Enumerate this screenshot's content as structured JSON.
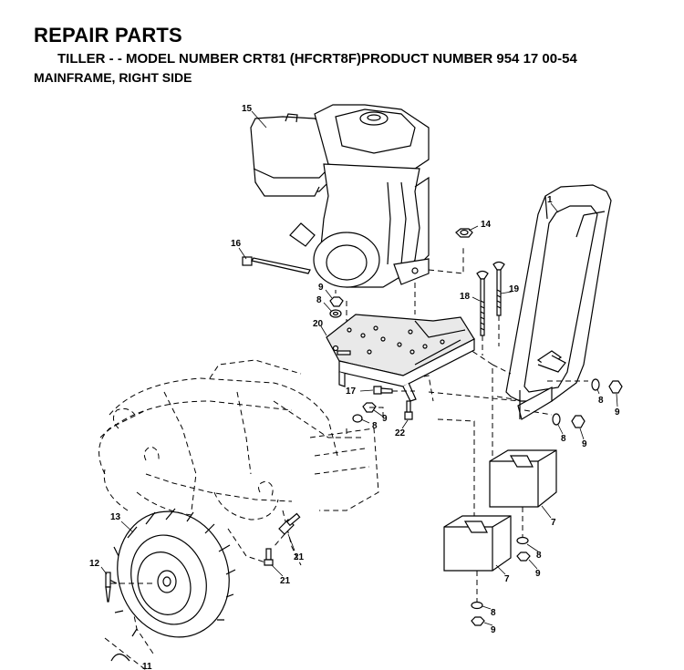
{
  "header": {
    "title": "REPAIR PARTS",
    "subtitle": "TILLER - - MODEL NUMBER CRT81 (HFCRT8F)PRODUCT NUMBER 954 17 00-54",
    "section": "MAINFRAME, RIGHT SIDE"
  },
  "callouts": [
    {
      "id": "c1",
      "num": "1"
    },
    {
      "id": "c14",
      "num": "14"
    },
    {
      "id": "c15",
      "num": "15"
    },
    {
      "id": "c16",
      "num": "16"
    },
    {
      "id": "c9a",
      "num": "9"
    },
    {
      "id": "c8a",
      "num": "8"
    },
    {
      "id": "c20",
      "num": "20"
    },
    {
      "id": "c18",
      "num": "18"
    },
    {
      "id": "c19",
      "num": "19"
    },
    {
      "id": "c8b",
      "num": "8"
    },
    {
      "id": "c9b",
      "num": "9"
    },
    {
      "id": "c17",
      "num": "17"
    },
    {
      "id": "c9c",
      "num": "9"
    },
    {
      "id": "c8c",
      "num": "8"
    },
    {
      "id": "c22",
      "num": "22"
    },
    {
      "id": "c8d",
      "num": "8"
    },
    {
      "id": "c9d",
      "num": "9"
    },
    {
      "id": "c7a",
      "num": "7"
    },
    {
      "id": "c8e",
      "num": "8"
    },
    {
      "id": "c9e",
      "num": "9"
    },
    {
      "id": "c7b",
      "num": "7"
    },
    {
      "id": "c8f",
      "num": "8"
    },
    {
      "id": "c9f",
      "num": "9"
    },
    {
      "id": "c13",
      "num": "13"
    },
    {
      "id": "c12",
      "num": "12"
    },
    {
      "id": "c21a",
      "num": "21"
    },
    {
      "id": "c21b",
      "num": "21"
    },
    {
      "id": "c11",
      "num": "11"
    }
  ]
}
